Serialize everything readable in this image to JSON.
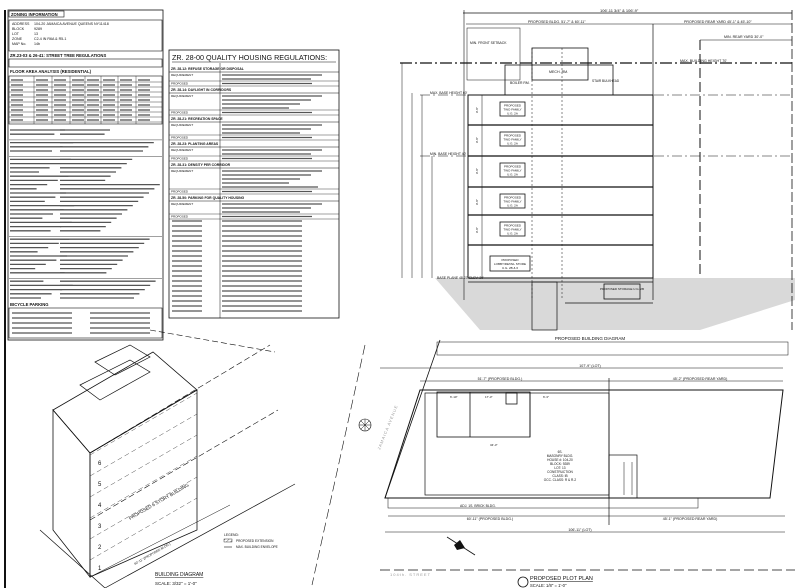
{
  "zoning": {
    "title": "ZONING INFORMATION",
    "rows": [
      {
        "label": "ADDRESS",
        "value": "104-20 JAMAICA AVENUE QUEENS NY11418"
      },
      {
        "label": "BLOCK",
        "value": "9289"
      },
      {
        "label": "LOT",
        "value": "13"
      },
      {
        "label": "ZONE",
        "value": "C2-4 IN R6A & R5-1"
      },
      {
        "label": "MAP No.",
        "value": "14b"
      }
    ],
    "street_tree_title": "ZR.23-03 & 26-41: STREET TREE REGULATIONS",
    "far_title": "FLOOR AREA ANALYSIS (RESIDENTIAL)",
    "bicycle_title": "BICYCLE PARKING"
  },
  "quality_housing": {
    "title": "ZR. 28-00 QUALITY HOUSING REGULATIONS:",
    "sections": [
      "ZR. 28-12: REFUSE STORAGE OR DISPOSAL",
      "ZR. 28-14: DAYLIGHT IN CORRIDORS",
      "ZR. 28-21: RECREATION SPACE",
      "ZR. 28-23: PLANTING AREAS",
      "ZR. 28-31: DENSITY PER CORRIDOR",
      "ZR. 28-50: PARKING FOR QUALITY HOUSING"
    ],
    "row_labels": [
      "REQUIREMENT",
      "PROPOSED"
    ]
  },
  "elevation": {
    "title": "PROPOSED BUILDING DIAGRAM",
    "overall_dim": "106'-11 3/4\" & 106'-9\"",
    "bldg_dim": "PROPOSED BLDG. 51'-7\" & 60'-11\"",
    "rear_yard_dim": "PROPOSED REAR YARD 45'-1\" & 45'-10\"",
    "min_rear_yard": "MIN. REAR YARD 30'-0\"",
    "max_bldg_height": "MAX. BUILDING HEIGHT 70'",
    "front_setback": "MIN. FRONT SETBACK",
    "mech_room": "MECH. RM.",
    "boiler_room": "BOILER RM.",
    "stair": "STAIR BULKHEAD",
    "max_base": "MAX. BASE HEIGHT 60'",
    "min_base": "MIN. BASE HEIGHT 40'",
    "base_plane": "BASE PLANE 48.27' ELEV. 20'",
    "floor_height": "9'-8\"",
    "units": [
      "PROPOSED TWO FAMILY U.G. 2A",
      "PROPOSED TWO FAMILY U.G. 2A",
      "PROPOSED TWO FAMILY U.G. 2A",
      "PROPOSED TWO FAMILY U.G. 2A",
      "PROPOSED TWO FAMILY U.G. 2A"
    ],
    "ground_unit": "PROPOSED LOBBY/RETAIL STORE U.G. 2B & 6",
    "storage": "PROPOSED STORAGE U.G. 2B"
  },
  "iso": {
    "title": "BUILDING DIAGRAM",
    "scale": "SCALE: 3/32\" = 1'-0\"",
    "label": "PROPOSED 6 STORY BUILDING",
    "floor_numbers": [
      "1",
      "2",
      "3",
      "4",
      "5",
      "6"
    ],
    "legend_title": "LEGEND:",
    "legend": [
      "PROPOSED EXTENSION",
      "MAX. BUILDING ENVELOPE"
    ],
    "dim_bottom": "60'-11\" (PROPOSED BLDG.)"
  },
  "plot": {
    "title": "PROPOSED PLOT PLAN",
    "scale": "SCALE: 1/8\" = 1'-0\"",
    "street": "104th. STREET",
    "avenue": "JAMAICA AVENUE",
    "lot_top": "107'-9\" (LOT)",
    "lot_bottom": "106'-11\" (LOT)",
    "bldg_top": "51'-7\" (PROPOSED BLDG.)",
    "rear_top": "45'-2\" (PROPOSED REAR YARD)",
    "bldg_bottom": "60'-11\" (PROPOSED BLDG.)",
    "rear_bottom": "45'-1\" (PROPOSED REAR YARD)",
    "bldg_info": [
      "6S.",
      "MASONRY BLDG.",
      "HOUSE #: 104-20",
      "BLOCK: 9289",
      "LOT: 13",
      "CONSTRUCTION",
      "CLASS: IB",
      "OCC. CLASS: R & R-2"
    ],
    "adjacent": "ADJ. 1S. BRICK BLDG.",
    "dim_interior": [
      "6'-10\"",
      "17'-3\"",
      "6'-3\"",
      "34'-3\""
    ]
  }
}
